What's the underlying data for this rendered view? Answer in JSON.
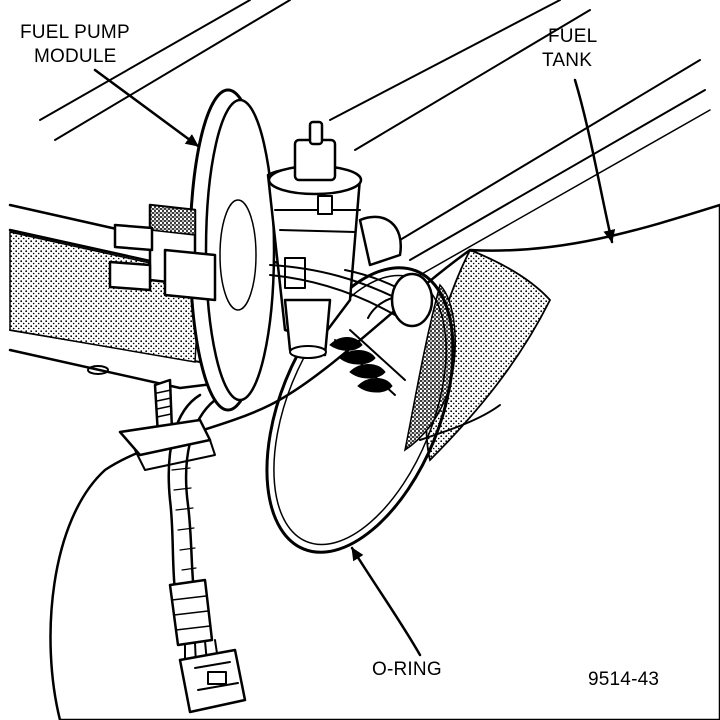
{
  "labels": {
    "fuel_pump_module": [
      "FUEL PUMP",
      "MODULE"
    ],
    "fuel_tank": [
      "FUEL",
      "TANK"
    ],
    "o_ring": "O-RING",
    "figure_number": "9514-43"
  },
  "colors": {
    "ink": "#000000",
    "paper": "#ffffff"
  }
}
